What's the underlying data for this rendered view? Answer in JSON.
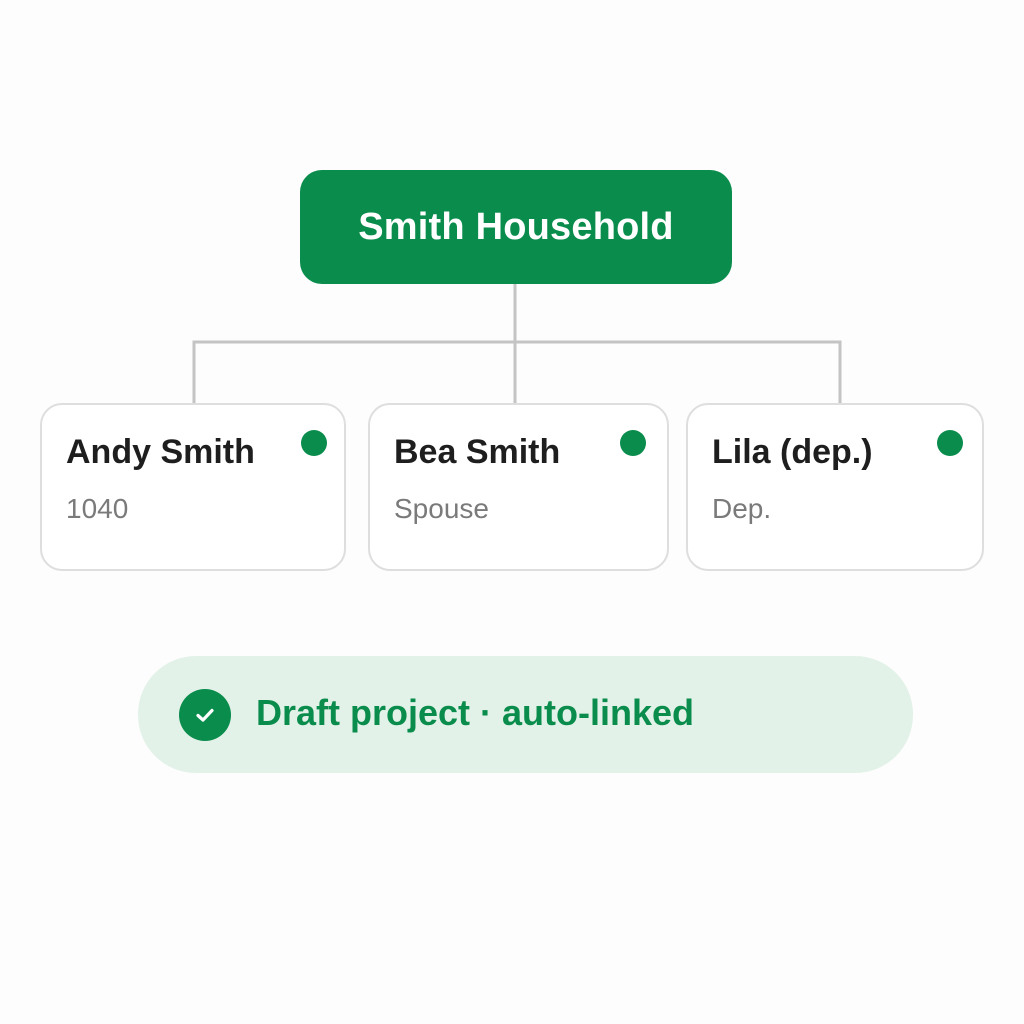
{
  "household": {
    "title": "Smith Household"
  },
  "members": [
    {
      "name": "Andy Smith",
      "role": "1040"
    },
    {
      "name": "Bea Smith",
      "role": "Spouse"
    },
    {
      "name": "Lila (dep.)",
      "role": "Dep."
    }
  ],
  "status": {
    "label": "Draft project · auto-linked"
  },
  "colors": {
    "accent": "#0a8c4c",
    "pill_background": "#e2f2e8",
    "connector": "#c4c4c4",
    "card_border": "#dedede"
  },
  "icons": {
    "status_dot": "green-dot",
    "status_check": "check-circle-icon"
  }
}
